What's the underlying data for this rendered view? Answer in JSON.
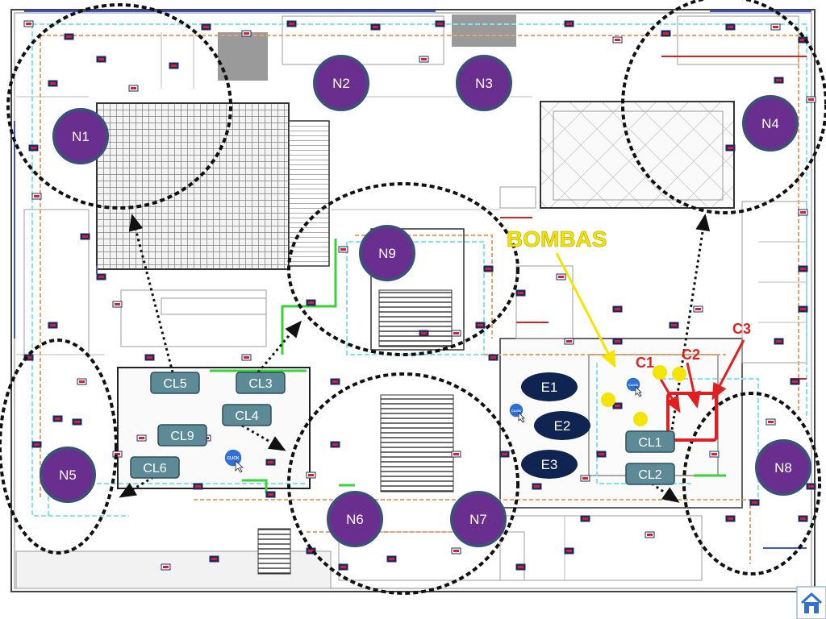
{
  "zones": [
    {
      "label": "N1"
    },
    {
      "label": "N2"
    },
    {
      "label": "N3"
    },
    {
      "label": "N4"
    },
    {
      "label": "N5"
    },
    {
      "label": "N6"
    },
    {
      "label": "N7"
    },
    {
      "label": "N8"
    },
    {
      "label": "N9"
    }
  ],
  "equipment": [
    {
      "label": "E1"
    },
    {
      "label": "E2"
    },
    {
      "label": "E3"
    }
  ],
  "circuits": [
    {
      "label": "CL1"
    },
    {
      "label": "CL2"
    },
    {
      "label": "CL3"
    },
    {
      "label": "CL4"
    },
    {
      "label": "CL5"
    },
    {
      "label": "CL6"
    },
    {
      "label": "CL9"
    }
  ],
  "pumps": {
    "label": "BOMBAS"
  },
  "circuit_points": [
    {
      "label": "C1"
    },
    {
      "label": "C2"
    },
    {
      "label": "C3"
    }
  ],
  "click_buttons": [
    {
      "label": "CLICK"
    },
    {
      "label": "CLICK"
    },
    {
      "label": "CLICK"
    }
  ],
  "home": {
    "icon": "home-icon"
  },
  "colors": {
    "zone_fill": "#6a2e8f",
    "equipment_fill": "#0f2451",
    "circuit_fill": "#5c8a97",
    "pumps_text": "#f5e400",
    "alert_red": "#e02020",
    "pipe_cyan": "#7fe6ef",
    "pipe_orange": "#f0a060",
    "pipe_green": "#39d339",
    "pipe_blue": "#3a55d8"
  }
}
